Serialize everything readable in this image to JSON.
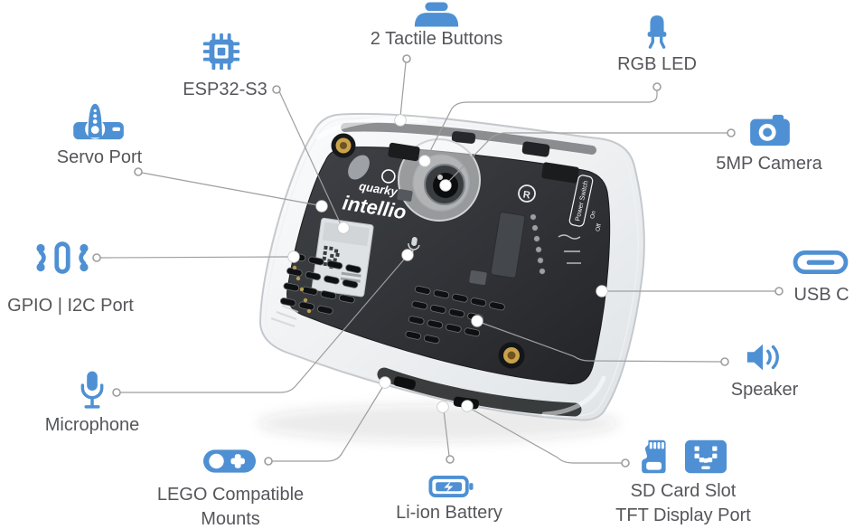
{
  "colors": {
    "accent": "#4E90D3",
    "label_text": "#55565A",
    "leader_line": "#9E9E9E",
    "pcb_dark": "#26282C",
    "gold": "#C9A24A"
  },
  "device": {
    "brand_top": "quarky",
    "brand_bottom": "intellio",
    "marking_registered": "R",
    "marking_power_switch": "Power Switch",
    "marking_on": "On",
    "marking_off": "Off"
  },
  "features": [
    {
      "id": "esp32",
      "label": "ESP32-S3",
      "icon": "chip-icon"
    },
    {
      "id": "tactile",
      "label": "2 Tactile Buttons",
      "icon": "tactile-button-icon"
    },
    {
      "id": "rgb",
      "label": "RGB LED",
      "icon": "led-icon"
    },
    {
      "id": "servo",
      "label": "Servo Port",
      "icon": "servo-icon"
    },
    {
      "id": "camera",
      "label": "5MP Camera",
      "icon": "camera-icon"
    },
    {
      "id": "gpio",
      "label": "GPIO | I2C Port",
      "icon": "gpio-icon"
    },
    {
      "id": "usb",
      "label": "USB C",
      "icon": "usb-c-icon"
    },
    {
      "id": "mic",
      "label": "Microphone",
      "icon": "microphone-icon"
    },
    {
      "id": "speaker",
      "label": "Speaker",
      "icon": "speaker-icon"
    },
    {
      "id": "lego",
      "label": "LEGO Compatible",
      "label2": "Mounts",
      "icon": "lego-icon"
    },
    {
      "id": "battery",
      "label": "Li-ion Battery",
      "icon": "battery-icon"
    },
    {
      "id": "sd",
      "label": "SD Card Slot",
      "label2": "TFT Display Port",
      "icon": "sd-card-icon",
      "icon2": "tft-display-icon"
    }
  ]
}
